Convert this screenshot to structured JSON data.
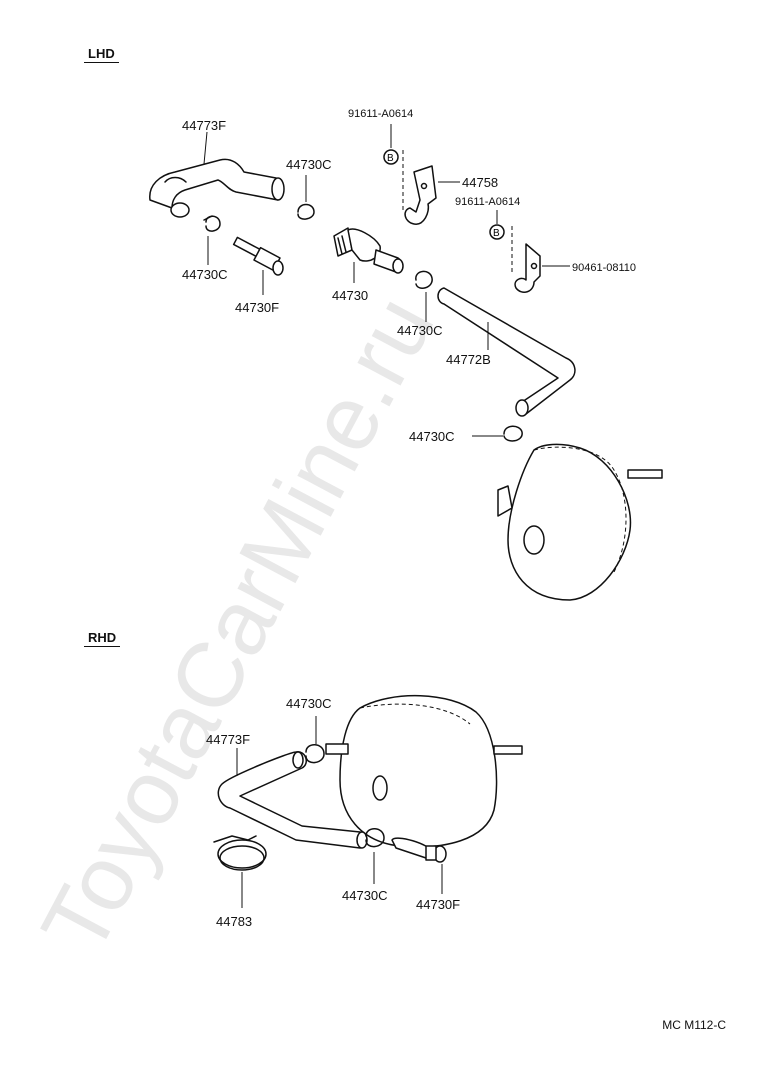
{
  "sections": {
    "lhd": "LHD",
    "rhd": "RHD"
  },
  "labels": {
    "l_44773F": "44773F",
    "l_44730C_a": "44730C",
    "l_91611_a": "91611-A0614",
    "l_44758": "44758",
    "l_91611_b": "91611-A0614",
    "l_90461": "90461-08110",
    "l_44730C_b": "44730C",
    "l_44730F": "44730F",
    "l_44730": "44730",
    "l_44730C_c": "44730C",
    "l_44772B": "44772B",
    "l_44730C_d": "44730C",
    "r_44730C_a": "44730C",
    "r_44773F": "44773F",
    "r_44783": "44783",
    "r_44730C_b": "44730C",
    "r_44730F": "44730F"
  },
  "bolt_marks": {
    "b1": "B",
    "b2": "B"
  },
  "footer": {
    "code": "MC  M112-C"
  },
  "watermark": "ToyotaCarMine.ru",
  "icons": {
    "hose": "hose-icon",
    "clamp": "clamp-icon",
    "valve": "check-valve-icon",
    "bracket": "bracket-icon",
    "booster": "brake-booster-icon"
  }
}
